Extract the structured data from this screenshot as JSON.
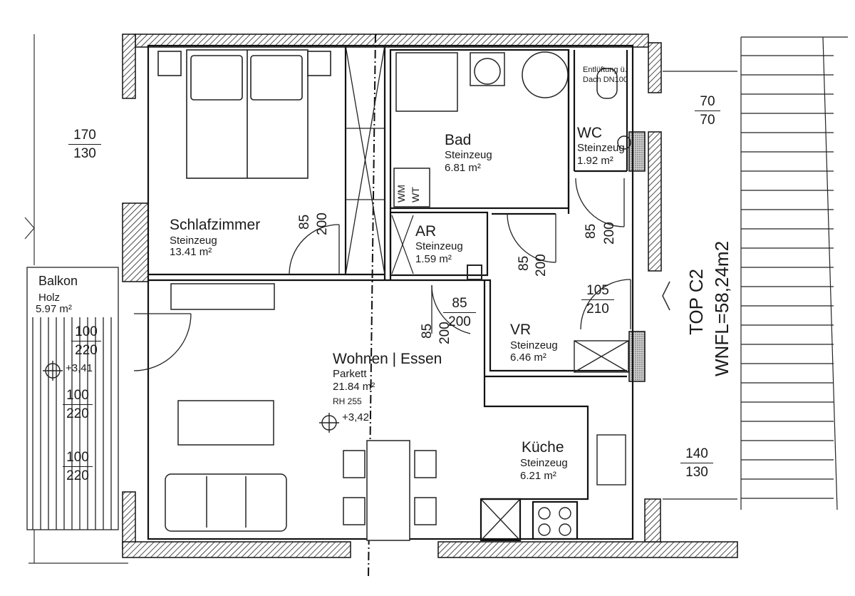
{
  "rooms": {
    "schlafzimmer": {
      "name": "Schlafzimmer",
      "material": "Steinzeug",
      "area": "13.41 m²"
    },
    "bad": {
      "name": "Bad",
      "material": "Steinzeug",
      "area": "6.81 m²"
    },
    "wc": {
      "name": "WC",
      "material": "Steinzeug",
      "area": "1.92 m²"
    },
    "ar": {
      "name": "AR",
      "material": "Steinzeug",
      "area": "1.59 m²"
    },
    "vr": {
      "name": "VR",
      "material": "Steinzeug",
      "area": "6.46 m²"
    },
    "wohnen": {
      "name": "Wohnen | Essen",
      "material": "Parkett",
      "area": "21.84 m²",
      "height": "RH 255",
      "level": "+3,42"
    },
    "kueche": {
      "name": "Küche",
      "material": "Steinzeug",
      "area": "6.21 m²"
    },
    "balkon": {
      "name": "Balkon",
      "material": "Holz",
      "area": "5.97 m²",
      "level": "+3,41"
    }
  },
  "fixtures": {
    "washer": "WM",
    "dryer": "WT",
    "vent_note_1": "Entlüftung ü.",
    "vent_note_2": "Dach DN100"
  },
  "dimensions": {
    "win_bed_top": "170",
    "win_bed_bottom": "130",
    "win_wc_top": "70",
    "win_wc_bottom": "70",
    "win_kitchen_top": "140",
    "win_kitchen_bottom": "130",
    "door_bal1_top": "100",
    "door_bal1_bottom": "220",
    "door_bal2_top": "100",
    "door_bal2_bottom": "220",
    "door_bal3_top": "100",
    "door_bal3_bottom": "220",
    "door_entry_top": "105",
    "door_entry_bottom": "210",
    "door_living_top": "85",
    "door_living_bottom": "200",
    "door_bed_w": "85",
    "door_bed_h": "200",
    "door_bad_w": "85",
    "door_bad_h": "200",
    "door_wc_w": "85",
    "door_wc_h": "200",
    "door_ar_w": "85",
    "door_ar_h": "200"
  },
  "unit": {
    "name": "TOP C2",
    "area": "WNFL=58,24m2"
  },
  "colors": {
    "line": "#1a1a1a",
    "hatch": "#2a2a2a"
  }
}
